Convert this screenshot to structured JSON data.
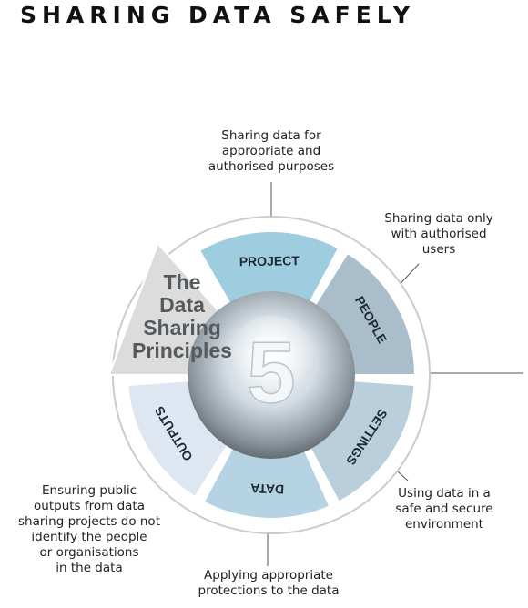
{
  "title": "SHARING DATA SAFELY",
  "center_number": "5",
  "principles_label": [
    "The",
    "Data",
    "Sharing",
    "Principles"
  ],
  "segments": [
    {
      "label": "PROJECT",
      "color": "#9fcde0"
    },
    {
      "label": "PEOPLE",
      "color": "#a9bdcb"
    },
    {
      "label": "SETTINGS",
      "color": "#b9cfdb"
    },
    {
      "label": "DATA",
      "color": "#b6d3e3"
    },
    {
      "label": "OUTPUTS",
      "color": "#dee6f1"
    }
  ],
  "principles_wedge_color": "#dcdcdc",
  "annotations": {
    "project": [
      "Sharing data for",
      "appropriate and",
      "authorised purposes"
    ],
    "people": [
      "Sharing data only",
      "with authorised",
      "users"
    ],
    "settings": [
      "Using data in a",
      "safe and secure",
      "environment"
    ],
    "data": [
      "Applying appropriate",
      "protections to the data"
    ],
    "outputs": [
      "Ensuring public",
      "outputs from data",
      "sharing projects do not",
      "identify the people",
      "or organisations",
      "in the data"
    ]
  }
}
